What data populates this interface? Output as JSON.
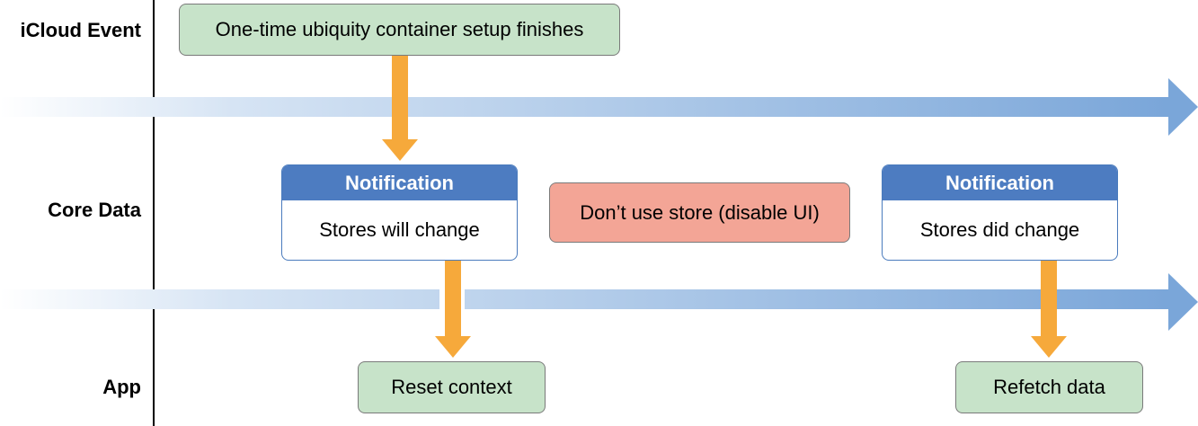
{
  "lanes": {
    "icloud_event": "iCloud Event",
    "core_data": "Core Data",
    "app": "App"
  },
  "nodes": {
    "setup_finishes": "One-time ubiquity container setup finishes",
    "notification_will": {
      "header": "Notification",
      "body": "Stores will change"
    },
    "dont_use_store": "Don’t use store (disable UI)",
    "notification_did": {
      "header": "Notification",
      "body": "Stores did change"
    },
    "reset_context": "Reset context",
    "refetch_data": "Refetch data"
  },
  "colors": {
    "timeline_arrow": "#7aa6d9",
    "flow_arrow": "#f6a93b",
    "notification_header": "#4d7cc1",
    "action_box": "#c7e3c9",
    "warning_box": "#f3a596"
  }
}
